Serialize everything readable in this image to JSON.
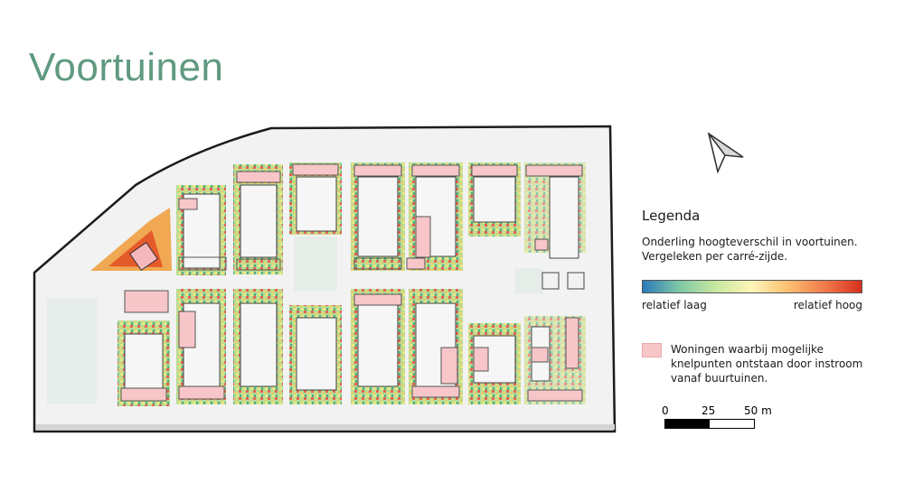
{
  "title": "Voortuinen",
  "legend": {
    "heading": "Legenda",
    "description": "Onderling hoogteverschil in voortuinen. Vergeleken per carré-zijde.",
    "low_label": "relatief laag",
    "high_label": "relatief hoog",
    "flag_label": "Woningen waarbij mogelijke knelpunten ontstaan door instroom vanaf buurtuinen.",
    "colors": {
      "low": "#2b7bb9",
      "mid": "#fff5b8",
      "high": "#d7301f",
      "flag": "#f7c6c8"
    }
  },
  "scale": {
    "ticks": [
      "0",
      "25",
      "50 m"
    ]
  },
  "icons": {
    "north": "north-arrow-icon"
  }
}
